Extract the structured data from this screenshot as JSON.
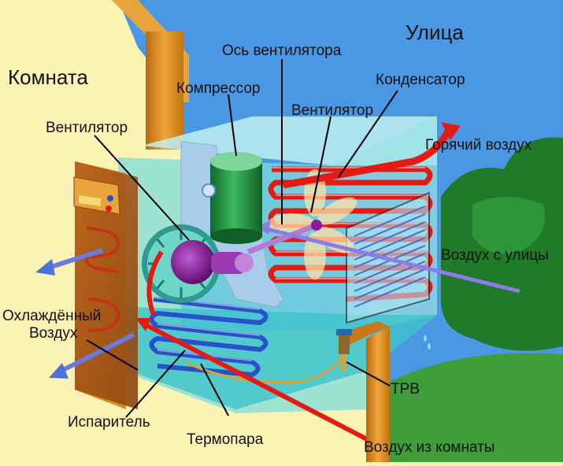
{
  "labels": {
    "room": "Комната",
    "street": "Улица",
    "fan_axis": "Ось вентилятора",
    "compressor": "Компрессор",
    "condenser": "Конденсатор",
    "fan_right": "Вентилятор",
    "fan_left": "Вентилятор",
    "hot_air": "Горячий воздух",
    "outside_air": "Воздух с улицы",
    "cooled_air_line1": "Охлаждённый",
    "cooled_air_line2": "Воздух",
    "trv": "ТРВ",
    "evaporator": "Испаритель",
    "thermocouple": "Термопара",
    "room_air": "Воздух из комнаты"
  },
  "colors": {
    "room_wall": "#fbf3b4",
    "sky": "#4a98e4",
    "tree": "#1f7a2a",
    "wood": "#d98a1d",
    "cabinet": "#8fe0e0",
    "hot_tube": "#e31b14",
    "cold_tube": "#2a52c8",
    "compressor": "#1f8f3e",
    "motor": "#8a1a9e"
  }
}
